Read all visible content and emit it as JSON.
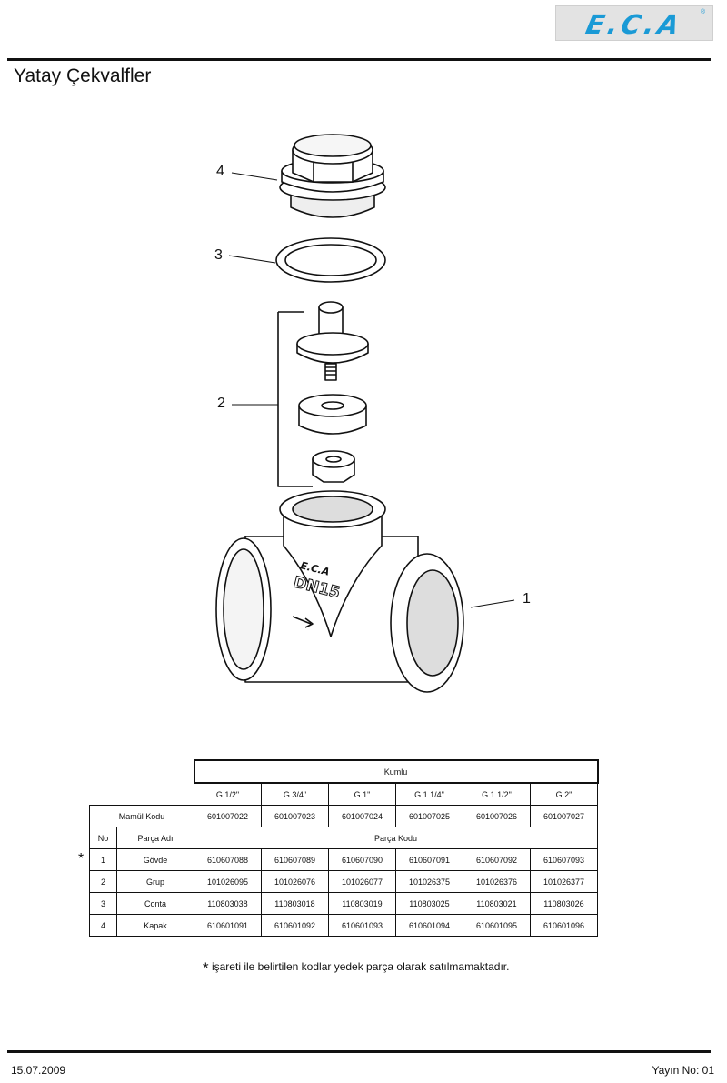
{
  "brand": {
    "logo_text": "E.C.A",
    "reg_mark": "®"
  },
  "title": "Yatay Çekvalfler",
  "drawing": {
    "body_brand": "E.C.A",
    "body_size": "DN15",
    "callouts": [
      "4",
      "3",
      "2",
      "1"
    ]
  },
  "table": {
    "group_header": "Kumlu",
    "sizes": [
      "G 1/2\"",
      "G 3/4\"",
      "G 1\"",
      "G 1 1/4\"",
      "G 1 1/2\"",
      "G 2\""
    ],
    "product_code_label": "Mamül Kodu",
    "product_codes": [
      "601007022",
      "601007023",
      "601007024",
      "601007025",
      "601007026",
      "601007027"
    ],
    "no_label": "No",
    "part_name_label": "Parça Adı",
    "part_code_label": "Parça Kodu",
    "rows": [
      {
        "no": "1",
        "name": "Gövde",
        "codes": [
          "610607088",
          "610607089",
          "610607090",
          "610607091",
          "610607092",
          "610607093"
        ]
      },
      {
        "no": "2",
        "name": "Grup",
        "codes": [
          "101026095",
          "101026076",
          "101026077",
          "101026375",
          "101026376",
          "101026377"
        ]
      },
      {
        "no": "3",
        "name": "Conta",
        "codes": [
          "110803038",
          "110803018",
          "110803019",
          "110803025",
          "110803021",
          "110803026"
        ]
      },
      {
        "no": "4",
        "name": "Kapak",
        "codes": [
          "610601091",
          "610601092",
          "610601093",
          "610601094",
          "610601095",
          "610601096"
        ]
      }
    ],
    "marker": "*"
  },
  "note": {
    "asterisk": "*",
    "text": "işareti ile belirtilen kodlar yedek parça olarak satılmamaktadır."
  },
  "footer": {
    "date": "15.07.2009",
    "issue": "Yayın No: 01"
  }
}
